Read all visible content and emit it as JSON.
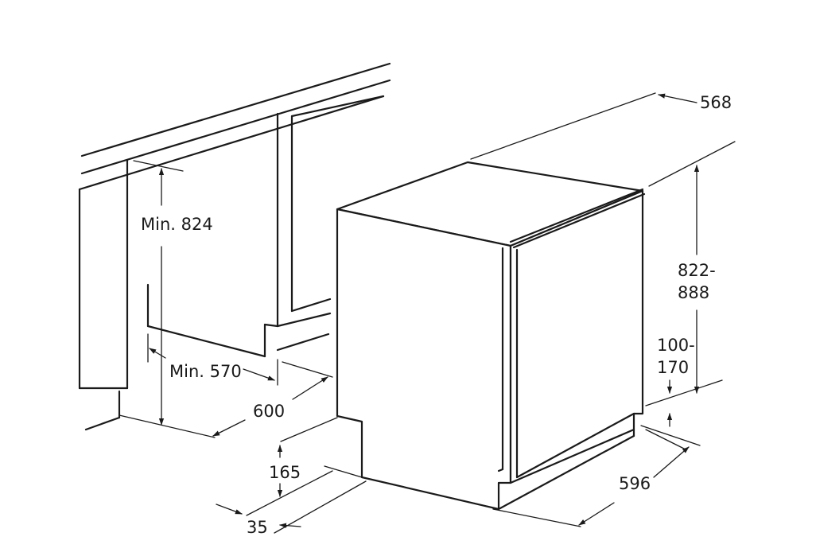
{
  "dimensions": {
    "depth_top": "568",
    "height_line1": "822-",
    "height_line2": "888",
    "plinth_line1": "100-",
    "plinth_line2": "170",
    "width": "596",
    "min_height": "Min. 824",
    "min_width": "Min. 570",
    "niche_width": "600",
    "toe_height": "165",
    "toe_depth": "35"
  },
  "colors": {
    "line": "#1a1a1a",
    "background": "#ffffff"
  }
}
